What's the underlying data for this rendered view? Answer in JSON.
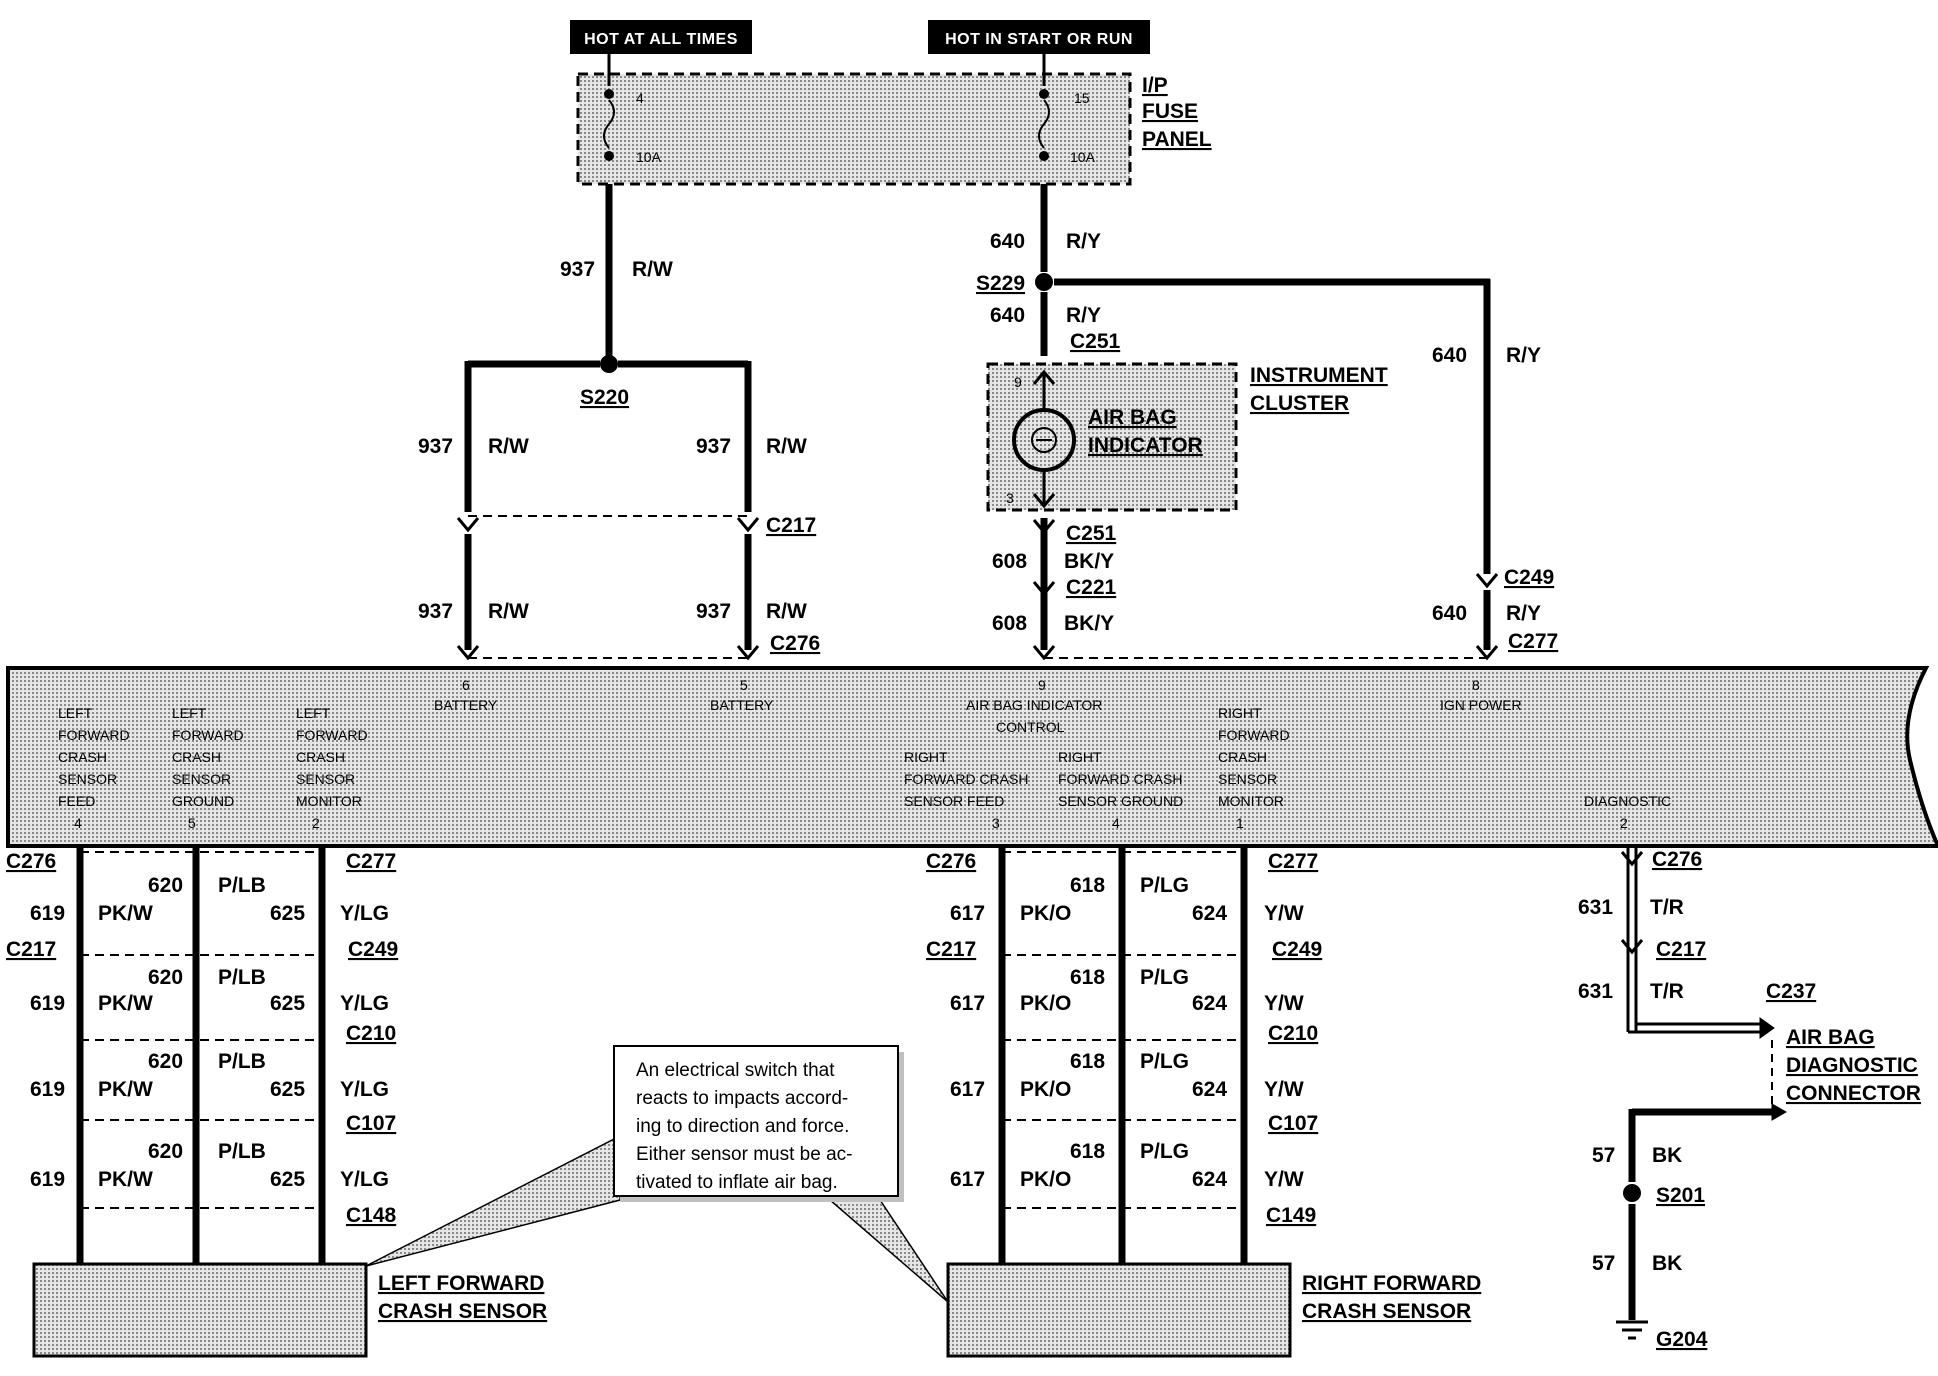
{
  "headers": {
    "hot_always": "HOT AT ALL TIMES",
    "hot_start_run": "HOT IN START OR RUN"
  },
  "fuse_panel": {
    "label": [
      "I/P",
      "FUSE",
      "PANEL"
    ],
    "fuse_a": {
      "num": "4",
      "amps": "10A"
    },
    "fuse_b": {
      "num": "15",
      "amps": "10A"
    }
  },
  "instrument_cluster": {
    "label": [
      "INSTRUMENT",
      "CLUSTER"
    ],
    "indicator": [
      "AIR BAG",
      "INDICATOR"
    ],
    "pin_top": "9",
    "pin_bottom": "3"
  },
  "splices": {
    "s220": "S220",
    "s229": "S229",
    "s201": "S201"
  },
  "ground": "G204",
  "wires": {
    "w937": "937",
    "rw": "R/W",
    "w640": "640",
    "ry": "R/Y",
    "w608": "608",
    "bky": "BK/Y",
    "w619": "619",
    "pkw": "PK/W",
    "w620": "620",
    "plb": "P/LB",
    "w625": "625",
    "ylg": "Y/LG",
    "w617": "617",
    "pko": "PK/O",
    "w618": "618",
    "plg": "P/LG",
    "w624": "624",
    "yw": "Y/W",
    "w631": "631",
    "tr": "T/R",
    "w57": "57",
    "bk": "BK"
  },
  "connectors": {
    "c217": "C217",
    "c276": "C276",
    "c251": "C251",
    "c221": "C221",
    "c249": "C249",
    "c277": "C277",
    "c210": "C210",
    "c107": "C107",
    "c148": "C148",
    "c149": "C149",
    "c237": "C237"
  },
  "module_pins": {
    "battery_a": {
      "num": "6",
      "name": "BATTERY"
    },
    "battery_b": {
      "num": "5",
      "name": "BATTERY"
    },
    "airbag_ind": {
      "num": "9",
      "name": [
        "AIR BAG INDICATOR",
        "CONTROL"
      ]
    },
    "ign_power": {
      "num": "8",
      "name": "IGN POWER"
    },
    "lf_feed": {
      "num": "4",
      "name": [
        "LEFT",
        "FORWARD",
        "CRASH",
        "SENSOR",
        "FEED"
      ]
    },
    "lf_ground": {
      "num": "5",
      "name": [
        "LEFT",
        "FORWARD",
        "CRASH",
        "SENSOR",
        "GROUND"
      ]
    },
    "lf_monitor": {
      "num": "2",
      "name": [
        "LEFT",
        "FORWARD",
        "CRASH",
        "SENSOR",
        "MONITOR"
      ]
    },
    "rf_feed": {
      "num": "3",
      "name": [
        "RIGHT",
        "FORWARD CRASH",
        "SENSOR FEED"
      ]
    },
    "rf_ground": {
      "num": "4",
      "name": [
        "RIGHT",
        "FORWARD CRASH",
        "SENSOR GROUND"
      ]
    },
    "rf_monitor": {
      "num": "1",
      "name": [
        "RIGHT",
        "FORWARD",
        "CRASH",
        "SENSOR",
        "MONITOR"
      ]
    },
    "diagnostic": {
      "num": "2",
      "name": "DIAGNOSTIC"
    }
  },
  "sensors": {
    "left": [
      "LEFT FORWARD",
      "CRASH SENSOR"
    ],
    "right": [
      "RIGHT FORWARD",
      "CRASH SENSOR"
    ]
  },
  "diag_connector": [
    "AIR BAG",
    "DIAGNOSTIC",
    "CONNECTOR"
  ],
  "callout": [
    "An electrical switch that",
    "reacts to impacts accord-",
    "ing to direction and force.",
    "Either sensor must be ac-",
    "tivated to inflate air bag."
  ],
  "colors": {
    "stipple": "#c8c8c8",
    "wire": "#000000"
  }
}
